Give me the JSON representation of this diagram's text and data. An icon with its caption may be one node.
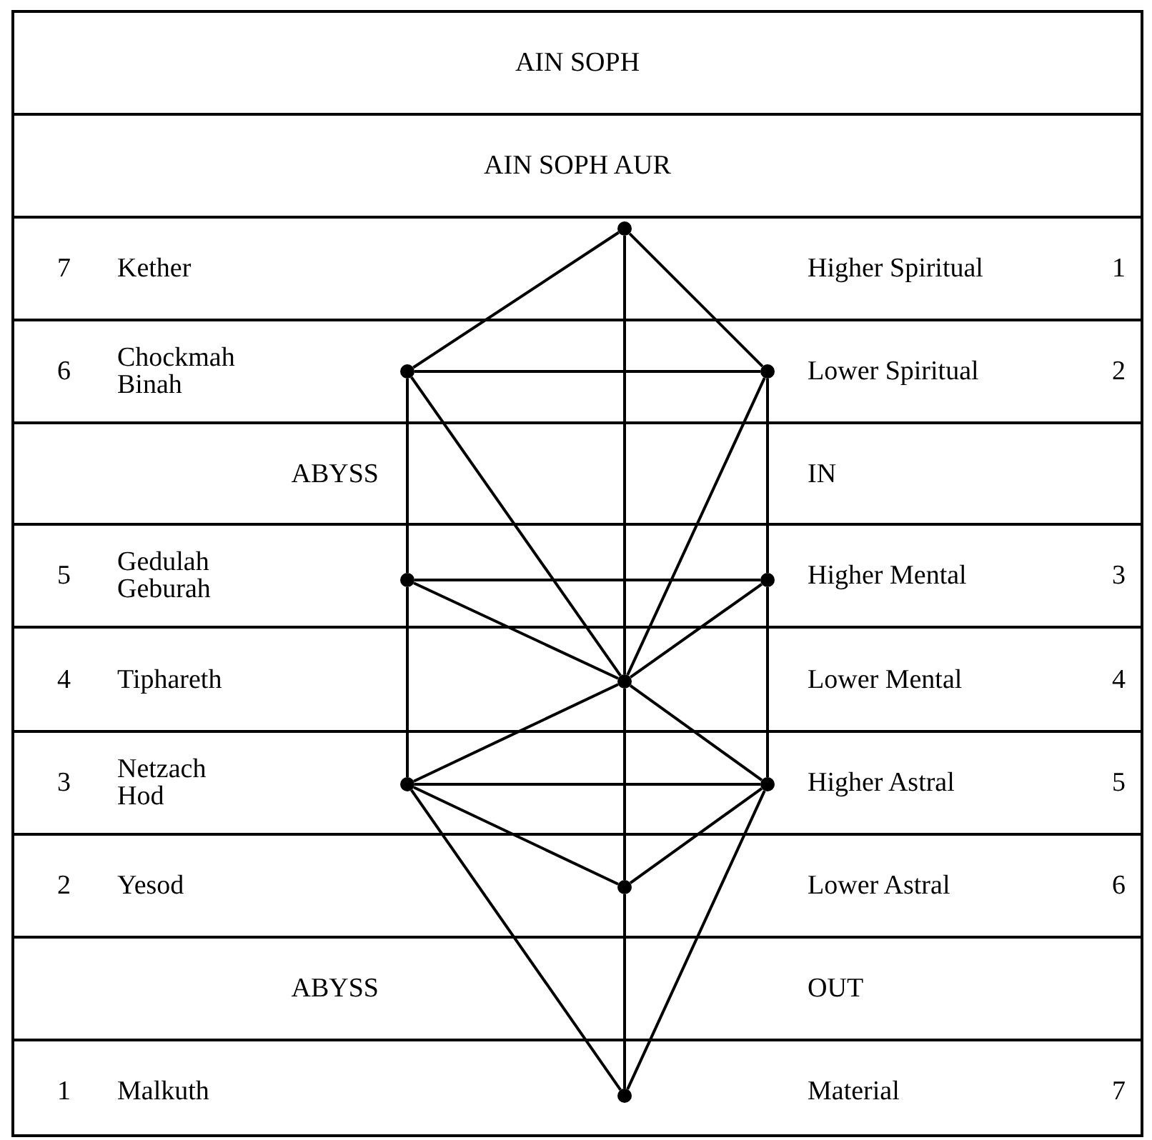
{
  "diagram": {
    "nodes": [
      {
        "text": [],
        "shape": "circle"
      },
      {
        "text": [],
        "shape": "circle"
      },
      {
        "text": [],
        "shape": "circle"
      },
      {
        "text": [],
        "shape": "circle"
      },
      {
        "text": [],
        "shape": "circle"
      },
      {
        "text": [],
        "shape": "circle"
      },
      {
        "text": [],
        "shape": "circle"
      },
      {
        "text": [],
        "shape": "circle"
      },
      {
        "text": [],
        "shape": "circle"
      },
      {
        "text": [],
        "shape": "circle"
      }
    ],
    "edges": [
      {
        "from": 0,
        "to": 1,
        "arrow": "none"
      },
      {
        "from": 0,
        "to": 2,
        "arrow": "none"
      },
      {
        "from": 0,
        "to": 5,
        "arrow": "none"
      },
      {
        "from": 1,
        "to": 2,
        "arrow": "none"
      },
      {
        "from": 1,
        "to": 5,
        "arrow": "none"
      },
      {
        "from": 2,
        "to": 5,
        "arrow": "none"
      },
      {
        "from": 1,
        "to": 3,
        "arrow": "none"
      },
      {
        "from": 2,
        "to": 4,
        "arrow": "none"
      },
      {
        "from": 3,
        "to": 4,
        "arrow": "none"
      },
      {
        "from": 3,
        "to": 5,
        "arrow": "none"
      },
      {
        "from": 4,
        "to": 5,
        "arrow": "none"
      },
      {
        "from": 3,
        "to": 6,
        "arrow": "none"
      },
      {
        "from": 4,
        "to": 7,
        "arrow": "none"
      },
      {
        "from": 5,
        "to": 6,
        "arrow": "none"
      },
      {
        "from": 5,
        "to": 7,
        "arrow": "none"
      },
      {
        "from": 6,
        "to": 7,
        "arrow": "none"
      },
      {
        "from": 5,
        "to": 8,
        "arrow": "none"
      },
      {
        "from": 6,
        "to": 8,
        "arrow": "none"
      },
      {
        "from": 7,
        "to": 8,
        "arrow": "none"
      },
      {
        "from": 8,
        "to": 9,
        "arrow": "none"
      },
      {
        "from": 6,
        "to": 9,
        "arrow": "none"
      },
      {
        "from": 7,
        "to": 9,
        "arrow": "none"
      }
    ],
    "labels": [
      "AIN SOPH",
      "AIN SOPH AUR",
      "7",
      "Kether",
      "Higher Spiritual",
      "1",
      "6",
      "Chockmah Binah",
      "Lower Spiritual",
      "2",
      "ABYSS",
      "IN",
      "5",
      "Gedulah Geburah",
      "Higher Mental",
      "3",
      "4",
      "Tiphareth",
      "Lower Mental",
      "4",
      "3",
      "Netzach Hod",
      "Higher Astral",
      "5",
      "2",
      "Yesod",
      "Lower Astral",
      "6",
      "ABYSS",
      "OUT",
      "1",
      "Malkuth",
      "Material",
      "7"
    ]
  }
}
